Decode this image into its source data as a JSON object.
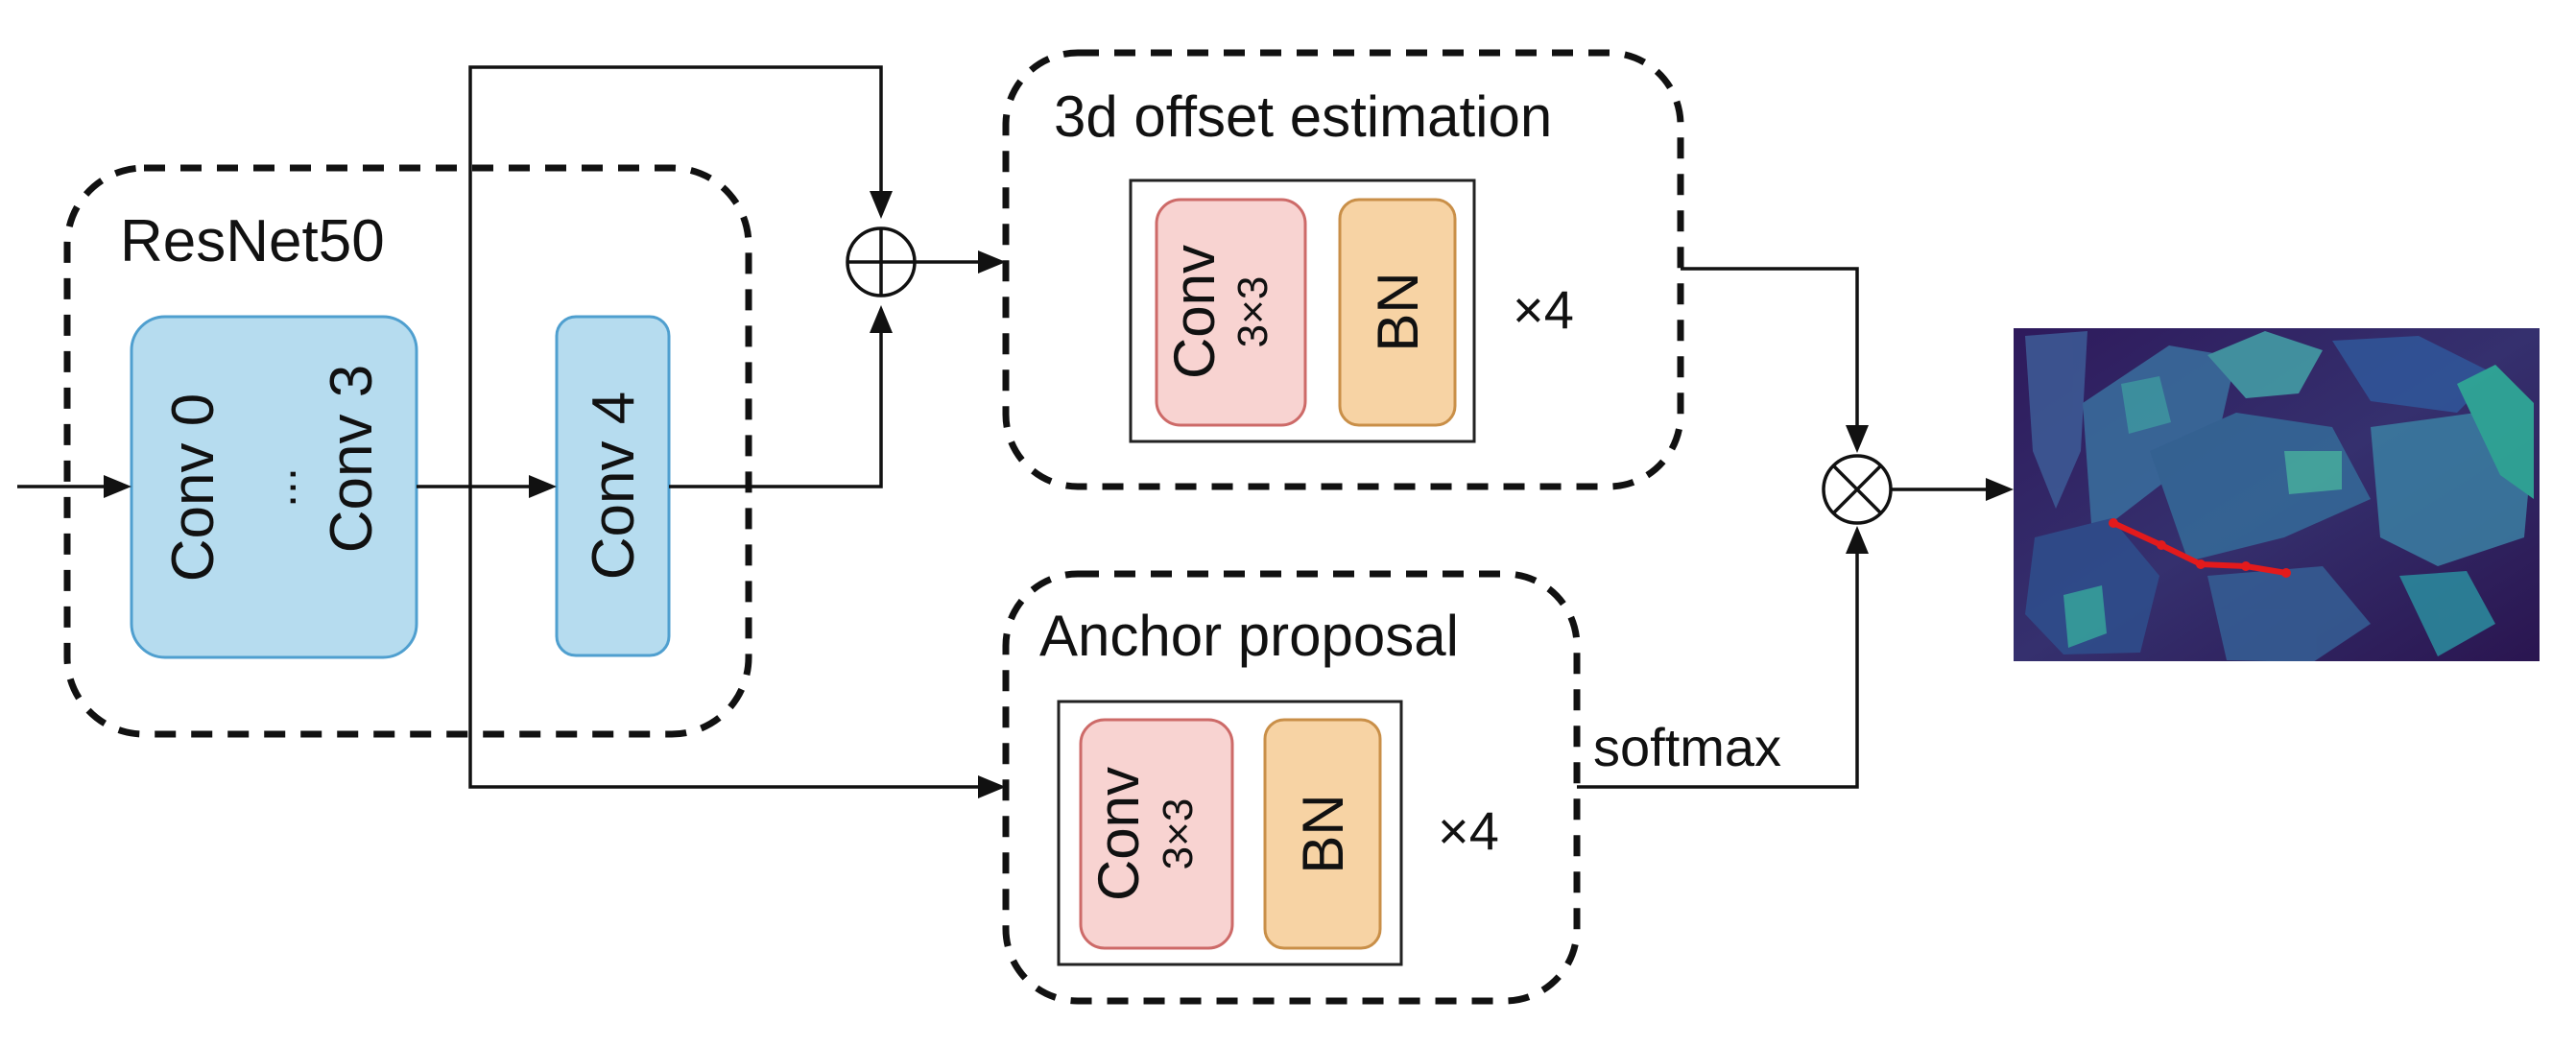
{
  "colors": {
    "conv_blue_fill": "#b6dcef",
    "conv_blue_stroke": "#4f9fcf",
    "conv_pink_fill": "#f8d3d1",
    "conv_pink_stroke": "#cd6a68",
    "bn_fill": "#f7d3a4",
    "bn_stroke": "#c98f48",
    "depth_background": "#3d1f6b",
    "lane_line": "#e31a1c"
  },
  "resnet": {
    "title": "ResNet50",
    "block_a_top": "Conv 0",
    "block_a_ellipsis": "...",
    "block_a_bottom": "Conv 3",
    "block_b": "Conv 4"
  },
  "offset_head": {
    "title": "3d offset estimation",
    "conv": "Conv",
    "kernel": "3×3",
    "bn": "BN",
    "repeat": "×4"
  },
  "anchor_head": {
    "title": "Anchor proposal",
    "conv": "Conv",
    "kernel": "3×3",
    "bn": "BN",
    "repeat": "×4",
    "activation": "softmax"
  },
  "operators": {
    "add": "add-operator",
    "multiply": "multiply-operator"
  },
  "output": {
    "image": "depth-map-output-image"
  }
}
